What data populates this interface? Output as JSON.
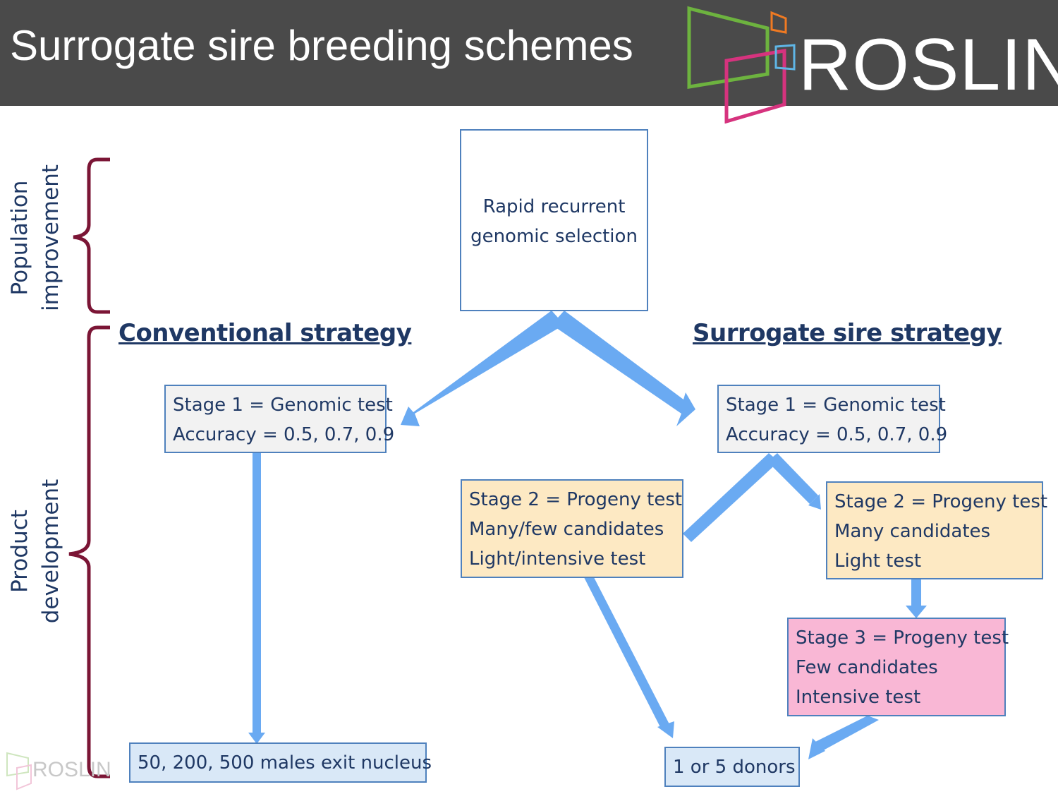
{
  "header": {
    "title": "Surrogate sire breeding schemes",
    "logo_text": "ROSLIN"
  },
  "side_labels": {
    "population": [
      "Population",
      "improvement"
    ],
    "product": [
      "Product",
      "development"
    ]
  },
  "loop": {
    "lines": [
      "Rapid recurrent",
      "genomic selection"
    ]
  },
  "strategies": {
    "conventional": "Conventional strategy",
    "surrogate": "Surrogate sire strategy"
  },
  "conventional": {
    "stage1": [
      "Stage 1 = Genomic test",
      "Accuracy = 0.5, 0.7, 0.9"
    ],
    "exit": "50, 200, 500 males exit nucleus"
  },
  "surrogate": {
    "stage1": [
      "Stage 1 = Genomic test",
      "Accuracy = 0.5, 0.7, 0.9"
    ],
    "stage2_left": [
      "Stage 2 = Progeny test",
      "Many/few candidates",
      "Light/intensive test"
    ],
    "stage2_right": [
      "Stage 2 = Progeny test",
      "Many candidates",
      "Light test"
    ],
    "stage3": [
      "Stage 3 = Progeny test",
      "Few candidates",
      "Intensive test"
    ],
    "donors": "1 or 5 donors"
  },
  "footer": {
    "small_logo_text": "ROSLIN"
  },
  "colors": {
    "header_bg": "#4a4a4a",
    "arrow": "#6aaaf2",
    "bracket": "#7b1535",
    "text": "#1f3864",
    "box_border": "#4f81bd"
  }
}
